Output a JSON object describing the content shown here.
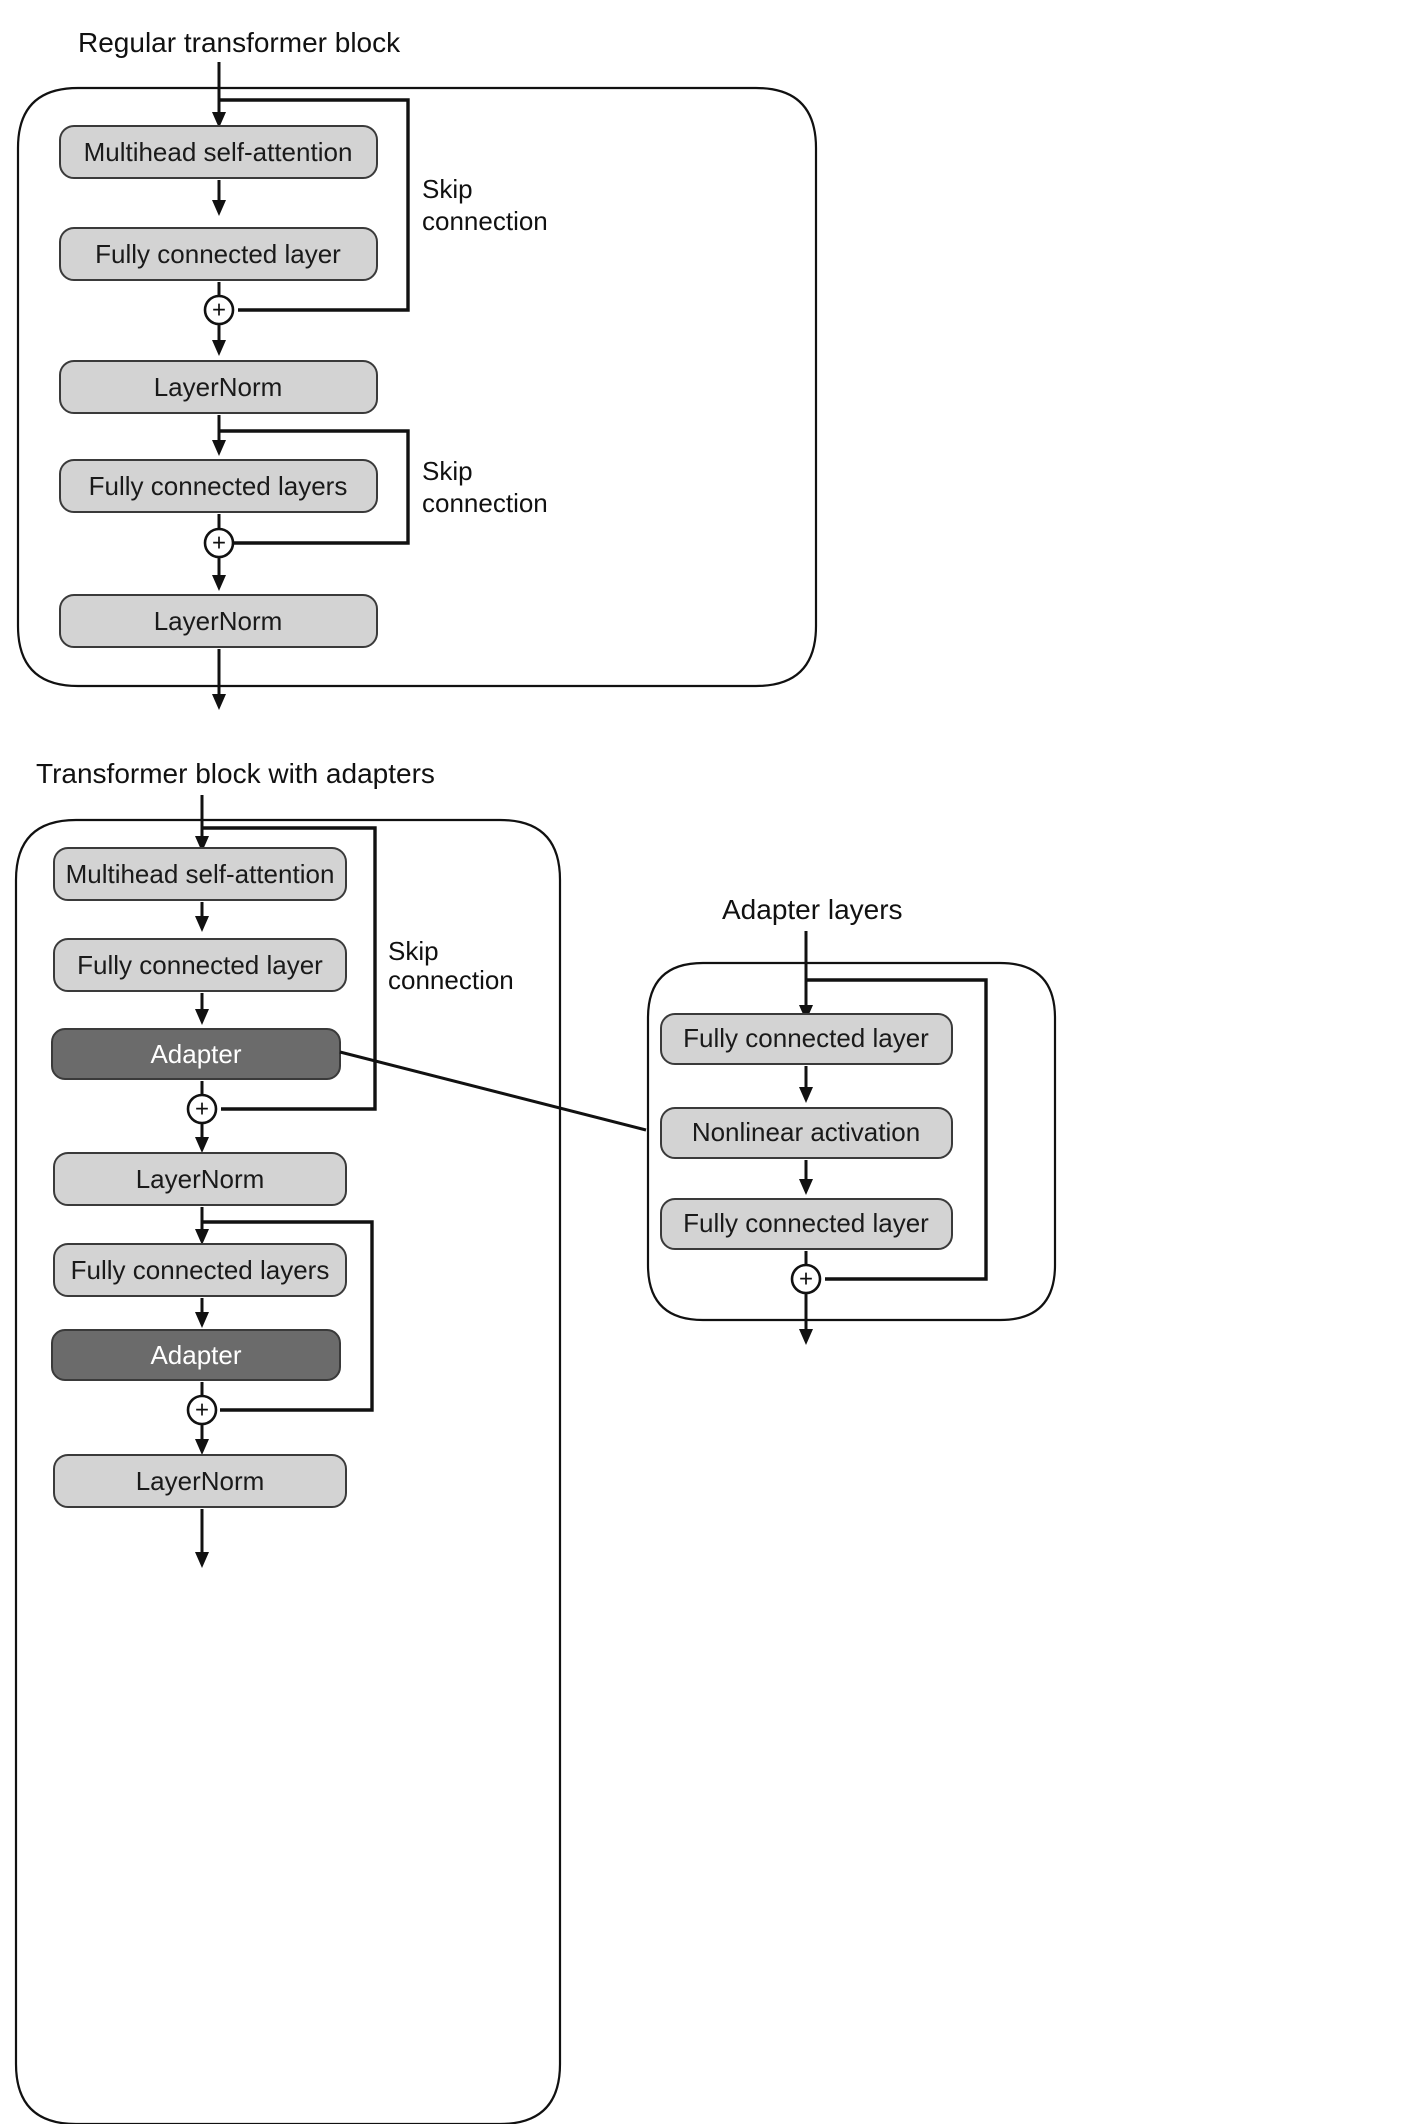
{
  "figure": {
    "kind": "architecture-diagram",
    "colors": {
      "background": "#ffffff",
      "stroke": "#111111",
      "node_light": "#d3d3d3",
      "node_dark": "#6b6b6b",
      "node_dark_text": "#ffffff",
      "text": "#1a1a1a"
    }
  },
  "panels": {
    "regular_block": {
      "title": "Regular transformer block",
      "nodes": [
        {
          "label": "Multihead self-attention",
          "style": "light"
        },
        {
          "label": "Fully connected layer",
          "style": "light"
        },
        {
          "label": "LayerNorm",
          "style": "light"
        },
        {
          "label": "Fully connected layers",
          "style": "light"
        },
        {
          "label": "LayerNorm",
          "style": "light"
        }
      ],
      "operators": [
        {
          "label": "+",
          "name": "add-operator"
        },
        {
          "label": "+",
          "name": "add-operator"
        }
      ],
      "skip_labels": [
        {
          "line1": "Skip",
          "line2": "connection"
        },
        {
          "line1": "Skip",
          "line2": "connection"
        }
      ]
    },
    "adapter_block": {
      "title": "Transformer block with adapters",
      "nodes": [
        {
          "label": "Multihead self-attention",
          "style": "light"
        },
        {
          "label": "Fully connected layer",
          "style": "light"
        },
        {
          "label": "Adapter",
          "style": "dark"
        },
        {
          "label": "LayerNorm",
          "style": "light"
        },
        {
          "label": "Fully connected layers",
          "style": "light"
        },
        {
          "label": "Adapter",
          "style": "dark"
        },
        {
          "label": "LayerNorm",
          "style": "light"
        }
      ],
      "operators": [
        {
          "label": "+",
          "name": "add-operator"
        },
        {
          "label": "+",
          "name": "add-operator"
        }
      ],
      "skip_labels": [
        {
          "line1": "Skip",
          "line2": "connection"
        }
      ]
    },
    "adapter_detail": {
      "title": "Adapter layers",
      "nodes": [
        {
          "label": "Fully connected layer",
          "style": "light"
        },
        {
          "label": "Nonlinear activation",
          "style": "light"
        },
        {
          "label": "Fully connected layer",
          "style": "light"
        }
      ],
      "operators": [
        {
          "label": "+",
          "name": "add-operator"
        }
      ]
    }
  }
}
